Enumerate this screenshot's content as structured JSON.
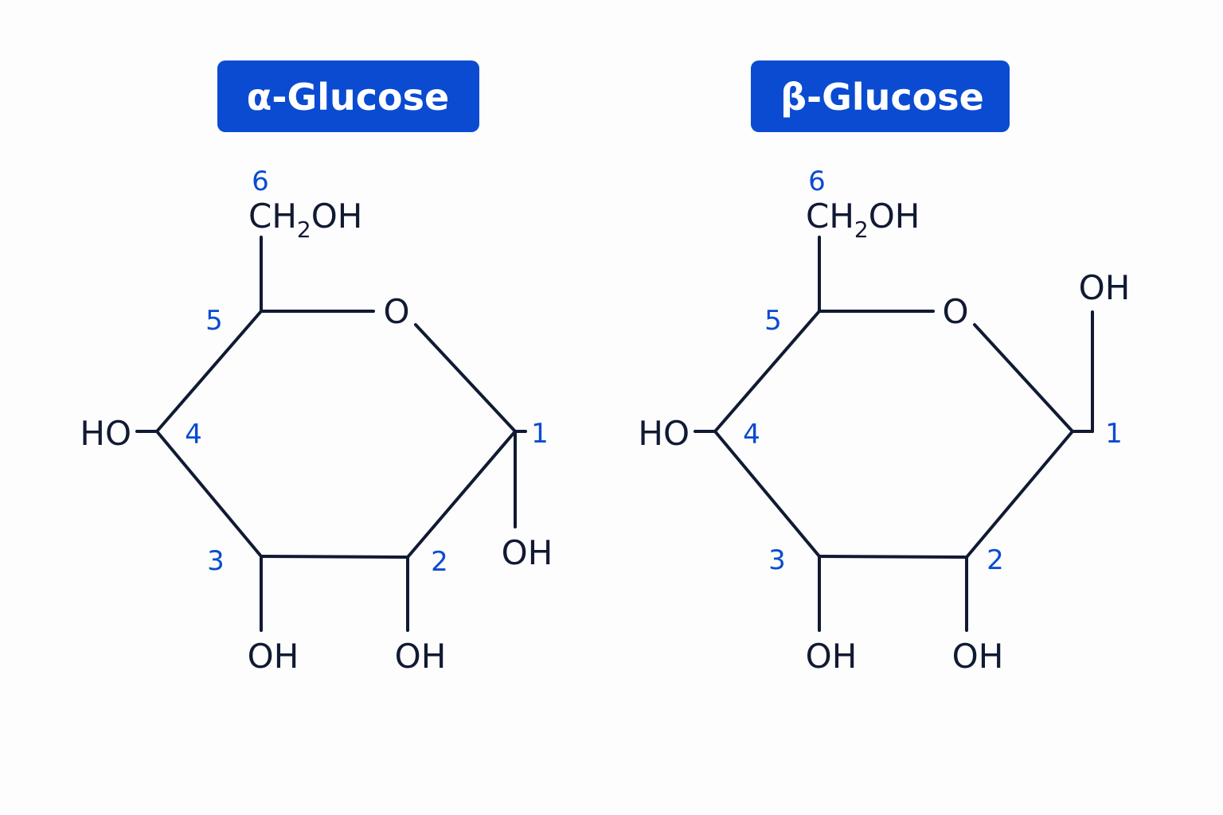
{
  "colors": {
    "accent": "#0a4bd1",
    "ink": "#111a33",
    "background": "#fdfdfd"
  },
  "alpha": {
    "title": "α-Glucose",
    "labels": {
      "c6": "6",
      "c5": "5",
      "c4": "4",
      "c3": "3",
      "c2": "2",
      "c1": "1"
    },
    "groups": {
      "ch2oh_a": "CH",
      "ch2oh_sub": "2",
      "ch2oh_b": "OH",
      "ring_o": "O",
      "ho_c4": "HO",
      "oh_c3": "OH",
      "oh_c2": "OH",
      "oh_c1": "OH"
    }
  },
  "beta": {
    "title": "β-Glucose",
    "labels": {
      "c6": "6",
      "c5": "5",
      "c4": "4",
      "c3": "3",
      "c2": "2",
      "c1": "1"
    },
    "groups": {
      "ch2oh_a": "CH",
      "ch2oh_sub": "2",
      "ch2oh_b": "OH",
      "ring_o": "O",
      "ho_c4": "HO",
      "oh_c3": "OH",
      "oh_c2": "OH",
      "oh_c1": "OH"
    }
  }
}
